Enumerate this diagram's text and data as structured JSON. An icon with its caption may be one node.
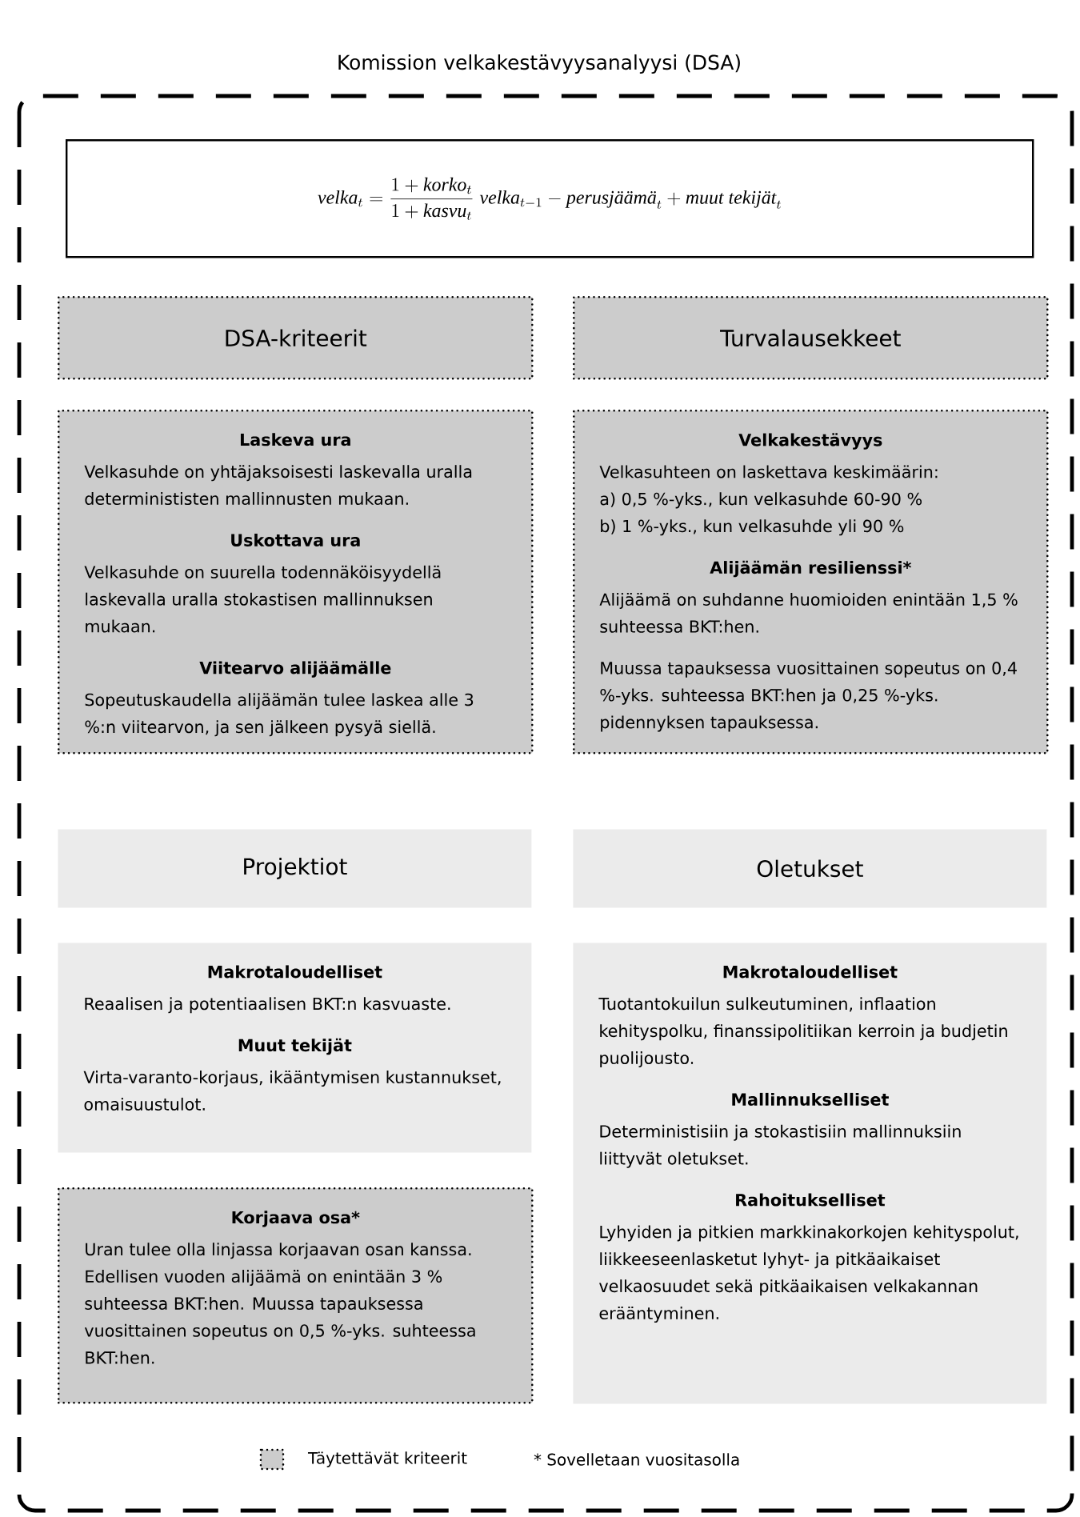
{
  "diagram": {
    "title": "Komission velkakestävyysanalyysi (DSA)",
    "nodes": [
      {
        "text": [
          "\\textit{velka}_{t}= \\frac{1+\\textit{korko}_{t}}{1+\\textit{kasvu}_{t}}\\;\\textit{velka}_{t-1}-\\textit{perusjäämä}_{t}+\\textit{muut tekijät}_{t}"
        ]
      },
      {
        "text": [
          "DSA-kriteerit"
        ]
      },
      {
        "text": [
          "Turvalausekkeet"
        ]
      },
      {
        "text": [
          "Laskeva ura",
          "Velkasuhde on yhtäjaksoisesti laskevalla uralla determinististen mallinnusten mukaan.",
          "Uskottava ura",
          "Velkasuhde on suurella todennäköisyydellä laskevalla uralla stokastisen mallinnuksen mukaan.",
          "Viitearvo alijäämälle",
          "Sopeutuskaudella alijäämän tulee laskea alle 3 %:n viitearvon, ja sen jälkeen pysyä siellä."
        ]
      },
      {
        "text": [
          "Velkakestävyys",
          "Velkasuhteen on laskettava keskimäärin:",
          "a) 0,5 %-yks., kun velkasuhde 60-90 %",
          "b) 1 %-yks., kun velkasuhde yli 90 %",
          "Alijäämän resilienssi*",
          "Alijäämä on suhdanne huomioiden enintään 1,5 % suhteessa BKT:hen.",
          "Muussa tapauksessa vuosittainen sopeutus on 0,4 %-yks. suhteessa BKT:hen ja 0,25 %-yks. pidennyksen tapauksessa."
        ]
      },
      {
        "text": [
          "Projektiot"
        ]
      },
      {
        "text": [
          "Oletukset"
        ]
      },
      {
        "text": [
          "Makrotaloudelliset",
          "Reaalisen ja potentiaalisen BKT:n kasvuaste.",
          "Muut tekijät",
          "Virta-varanto-korjaus, ikääntymisen kustannukset, omaisuustulot."
        ]
      },
      {
        "text": [
          "Korjaava osa*",
          "Uran tulee olla linjassa korjaavan osan kanssa. Edellisen vuoden alijäämä on enintään 3 % suhteessa BKT:hen. Muussa tapauksessa vuosittainen sopeutus on 0,5 %-yks. suhteessa BKT:hen."
        ]
      },
      {
        "text": [
          "Makrotaloudelliset",
          "Tuotantokuilun sulkeutuminen, inflaation kehityspolku, finanssipolitiikan kerroin ja budjetin puolijousto.",
          "Mallinnukselliset",
          "Deterministisiin ja stokastisiin mallinnuksiin liittyvät oletukset.",
          "Rahoitukselliset",
          "Lyhyiden ja pitkien markkinakorkojen kehityspolut, liikkeeseenlasketut lyhyt- ja pitkäaikaiset velkaosuudet sekä pitkäaikaisen velkakannan erääntyminen."
        ]
      }
    ],
    "labels": [
      "* Sovelletaan vuositasolla"
    ],
    "legend": [
      {
        "text": "Täytettävät kriteerit"
      }
    ]
  }
}
